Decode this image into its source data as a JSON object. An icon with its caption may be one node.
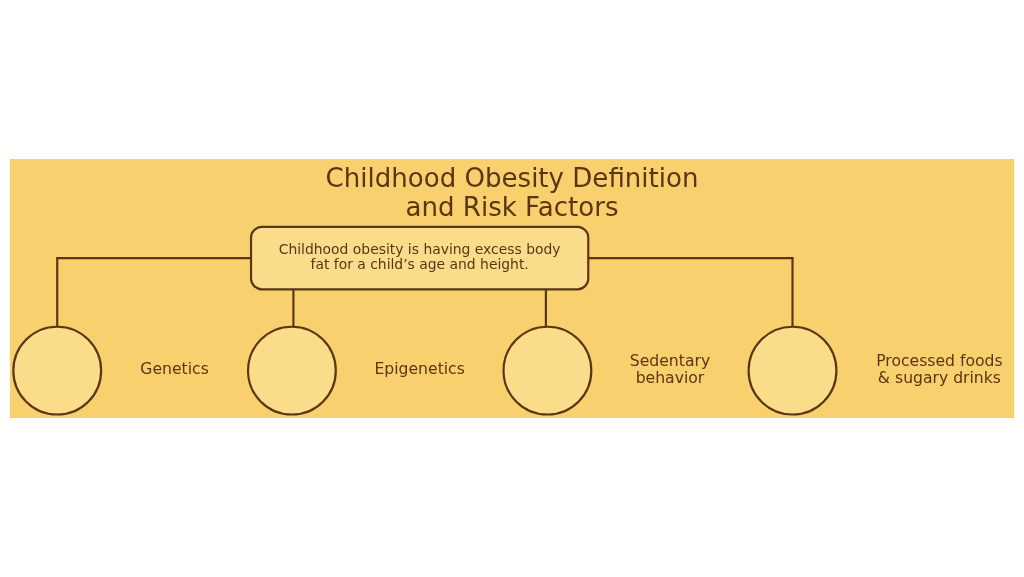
{
  "diagram": {
    "title": "Childhood Obesity Definition and Risk Factors",
    "nodes": [
      {
        "text": [
          "Childhood obesity is having excess body fat for a child’s age and height."
        ]
      },
      {
        "text": [],
        "shape": "circle",
        "beside": [
          "Genetics"
        ]
      },
      {
        "text": [],
        "shape": "circle",
        "beside": [
          "Epigenetics"
        ]
      },
      {
        "text": [],
        "shape": "circle",
        "beside": [
          "Sedentary behavior"
        ]
      },
      {
        "text": [],
        "shape": "circle",
        "beside": [
          "Processed foods & sugary drinks"
        ]
      }
    ],
    "edges": [
      {
        "from": 0,
        "to": 1,
        "arrow": "none"
      },
      {
        "from": 0,
        "to": 2,
        "arrow": "none"
      },
      {
        "from": 0,
        "to": 3,
        "arrow": "none"
      },
      {
        "from": 0,
        "to": 4,
        "arrow": "none"
      }
    ]
  }
}
